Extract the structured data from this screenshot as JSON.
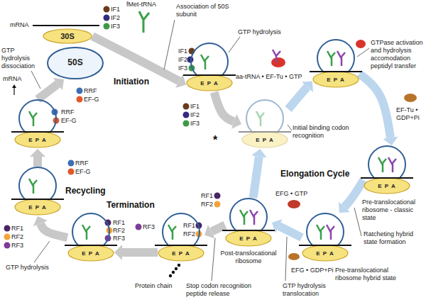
{
  "diagram": {
    "nodes": [
      {
        "text": [
          "30S"
        ]
      },
      {
        "text": [
          "50S"
        ]
      },
      {
        "text": [
          "E P A"
        ]
      },
      {
        "text": [
          "E P A"
        ]
      },
      {
        "text": [
          "E P A"
        ]
      },
      {
        "text": [
          "E P A"
        ]
      },
      {
        "text": [
          "E P A"
        ]
      },
      {
        "text": [
          "E P A"
        ]
      },
      {
        "text": [
          "E P A"
        ]
      },
      {
        "text": [
          "E P A"
        ]
      },
      {
        "text": [
          "E P A"
        ]
      },
      {
        "text": [
          "E P A"
        ]
      }
    ],
    "edges": [
      {
        "from": 0,
        "to": 2,
        "arrow": "to"
      },
      {
        "from": 2,
        "to": 3,
        "arrow": "to"
      },
      {
        "from": 3,
        "to": 4,
        "arrow": "to"
      },
      {
        "from": 4,
        "to": 5,
        "arrow": "to"
      },
      {
        "from": 5,
        "to": 6,
        "arrow": "to"
      },
      {
        "from": 6,
        "to": 7,
        "arrow": "to"
      },
      {
        "from": 7,
        "to": 3,
        "arrow": "to"
      },
      {
        "from": 7,
        "to": 8,
        "arrow": "to"
      },
      {
        "from": 8,
        "to": 9,
        "arrow": "to"
      },
      {
        "from": 9,
        "to": 10,
        "arrow": "to"
      },
      {
        "from": 10,
        "to": 11,
        "arrow": "to"
      },
      {
        "from": 11,
        "to": 1,
        "arrow": "to"
      }
    ],
    "labels": [
      "mRNA",
      "IF1",
      "IF2",
      "IF3",
      "fMet-tRNA",
      "Association of 50S subunit",
      "Initiation",
      "IF1",
      "IF2",
      "IF3",
      "GTP hydrolysis",
      "IF1",
      "IF2",
      "IF3",
      "aa-tRNA • EF-Tu • GTP",
      "GTPase activation and hydrolysis accomodation peptidyl transfer",
      "EF-Tu • GDP+Pi",
      "Initial binding codon recognition",
      "*",
      "Elongation Cycle",
      "Pre-translocational ribosome - classic state",
      "Ratcheting hybrid state formation",
      "EFG • GTP",
      "Pre-translocational ribosome hybrid state",
      "EFG • GDP+Pi",
      "GTP hydrolysis translocation",
      "Post-translocational ribosome",
      "RF1",
      "RF2",
      "Termination",
      "RF1",
      "RF2",
      "Stop codon recognition peptide release",
      "Protein chain",
      "RF3",
      "RF1",
      "RF2",
      "RF3",
      "GTP hydrolysis",
      "RF1",
      "RF2",
      "RF3",
      "Recycling",
      "RRF",
      "EF-G",
      "RRF",
      "EF-G",
      "RRF",
      "EF-G",
      "GTP hydrolysis dissociation",
      "mRNA"
    ]
  }
}
